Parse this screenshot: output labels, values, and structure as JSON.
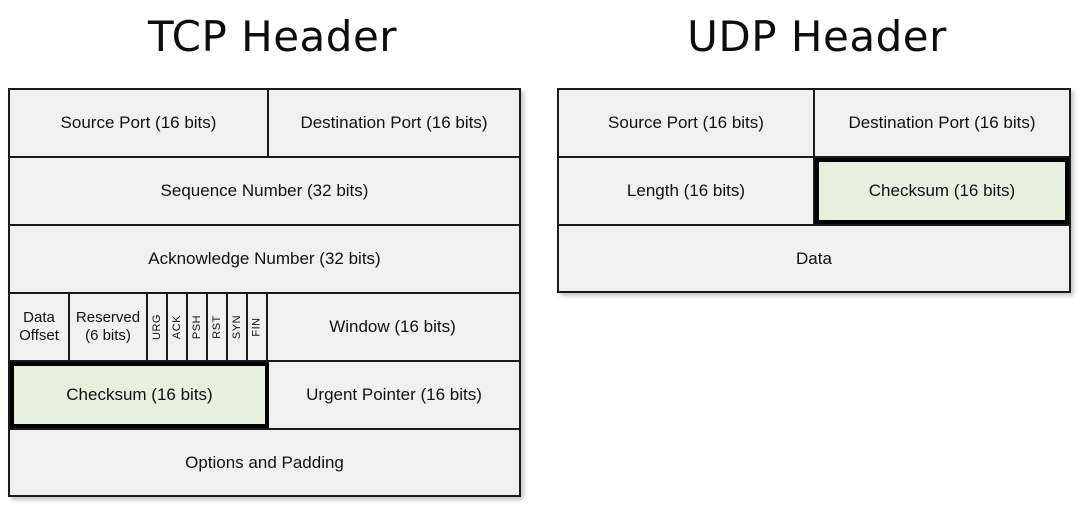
{
  "diagram": {
    "title_tcp": "TCP Header",
    "title_udp": "UDP Header",
    "highlight_color": "#e9efdd",
    "cell_color": "#f0f0f0",
    "border_color": "#1a1a1a"
  },
  "tcp": {
    "title": "TCP Header",
    "rows": [
      {
        "cells": [
          {
            "label": "Source Port (16 bits)",
            "bits": 16,
            "highlight": false
          },
          {
            "label": "Destination Port (16 bits)",
            "bits": 16,
            "highlight": false
          }
        ]
      },
      {
        "cells": [
          {
            "label": "Sequence Number (32 bits)",
            "bits": 32,
            "highlight": false
          }
        ]
      },
      {
        "cells": [
          {
            "label": "Acknowledge Number (32 bits)",
            "bits": 32,
            "highlight": false
          }
        ]
      },
      {
        "cells": [
          {
            "label_line1": "Data",
            "label_line2": "Offset",
            "highlight": false
          },
          {
            "label_line1": "Reserved",
            "label_line2": "(6 bits)",
            "bits": 6,
            "highlight": false
          },
          {
            "label": "Window (16 bits)",
            "bits": 16,
            "highlight": false
          }
        ]
      },
      {
        "cells": [
          {
            "label": "Checksum (16 bits)",
            "bits": 16,
            "highlight": true
          },
          {
            "label": "Urgent Pointer (16 bits)",
            "bits": 16,
            "highlight": false
          }
        ]
      },
      {
        "cells": [
          {
            "label": "Options and Padding",
            "highlight": false
          }
        ]
      }
    ],
    "flags": [
      "URG",
      "ACK",
      "PSH",
      "RST",
      "SYN",
      "FIN"
    ]
  },
  "udp": {
    "title": "UDP Header",
    "rows": [
      {
        "cells": [
          {
            "label": "Source Port (16 bits)",
            "bits": 16,
            "highlight": false
          },
          {
            "label": "Destination Port (16 bits)",
            "bits": 16,
            "highlight": false
          }
        ]
      },
      {
        "cells": [
          {
            "label": "Length (16 bits)",
            "bits": 16,
            "highlight": false
          },
          {
            "label": "Checksum (16 bits)",
            "bits": 16,
            "highlight": true
          }
        ]
      },
      {
        "cells": [
          {
            "label": "Data",
            "highlight": false
          }
        ]
      }
    ]
  }
}
